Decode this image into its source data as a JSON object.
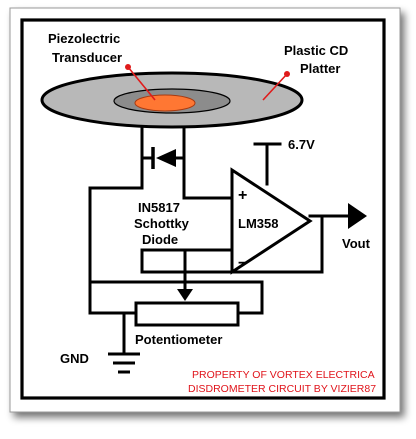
{
  "labels": {
    "transducer_line1": "Piezolectric",
    "transducer_line2": "Transducer",
    "platter_line1": "Plastic CD",
    "platter_line2": "Platter",
    "supply_voltage": "6.7V",
    "diode_line1": "IN5817",
    "diode_line2": "Schottky",
    "diode_line3": "Diode",
    "opamp": "LM358",
    "plus_input": "+",
    "minus_input": "−",
    "output": "Vout",
    "potentiometer": "Potentiometer",
    "ground": "GND"
  },
  "watermark": {
    "line1": "PROPERTY OF VORTEX ELECTRICA",
    "line2": "DISDROMETER CIRCUIT BY VIZIER87"
  },
  "colors": {
    "wire": "#000000",
    "platter_fill": "#b8b8b8",
    "transducer_fill": "#ff7733",
    "pointer": "#e01b1b",
    "watermark": "#e0141b"
  }
}
